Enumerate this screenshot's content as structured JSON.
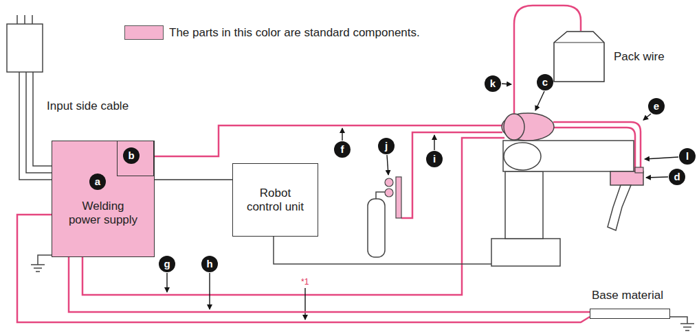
{
  "diagram": {
    "nodes": [
      {
        "text": [
          "Welding power supply"
        ]
      },
      {
        "text": [
          "Robot control unit"
        ]
      },
      {
        "text": [
          "Pack wire"
        ]
      },
      {
        "text": [
          "Base material"
        ]
      }
    ],
    "edges": [
      {
        "from": 0,
        "to": 1,
        "arrow": "none"
      },
      {
        "from": 0,
        "to": 3,
        "arrow": "none"
      },
      {
        "from": 0,
        "to": 3,
        "arrow": "none"
      }
    ],
    "labels": [
      "Input side cable",
      "a",
      "b",
      "k",
      "c",
      "e",
      "l",
      "d",
      "f",
      "i",
      "j",
      "g",
      "h",
      "*1"
    ],
    "legend": [
      {
        "text": "The parts in this color are standard components.",
        "color": "#f5b3cf"
      }
    ]
  }
}
